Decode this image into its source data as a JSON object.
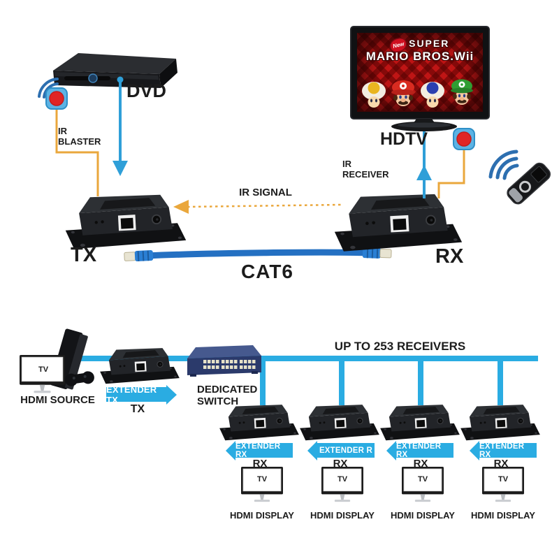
{
  "colors": {
    "accent_blue": "#2aace2",
    "cable_blue": "#2470c2",
    "arrow_blue": "#2f9fd8",
    "signal_orange": "#eaa73c",
    "ir_red": "#e02525",
    "wave_blue": "#2d6fb0",
    "switch_navy": "#2b3a6b",
    "device_dark": "#222428"
  },
  "icons": {
    "ir_blaster_eye": "red-dot-in-blue-square",
    "ir_receiver_eye": "red-dot-in-blue-square",
    "ir_waves": "signal-arcs",
    "remote_control": "handheld-remote"
  },
  "top": {
    "dvd_label": "DVD",
    "ir_blaster": {
      "line1": "IR",
      "line2": "BLASTER"
    },
    "tx_label": "TX",
    "ir_signal_label": "IR SIGNAL",
    "cat6_label": "CAT6",
    "rx_label": "RX",
    "hdtv_label": "HDTV",
    "ir_receiver": {
      "line1": "IR",
      "line2": "RECEIVER"
    },
    "tv_screen": {
      "badge": "New",
      "title_line1": "SUPER",
      "title_line2": "MARIO BROS.Wii"
    }
  },
  "bottom": {
    "heading": "UP TO 253 RECEIVERS",
    "hdmi_source_label": "HDMI SOURCE",
    "source_tv_label": "TV",
    "extender_tx_arrow": "EXTENDER TX",
    "tx_label": "TX",
    "dedicated_switch": {
      "line1": "DEDICATED",
      "line2": "SWITCH"
    },
    "receivers": [
      {
        "arrow_label": "EXTENDER RX",
        "rx_label": "RX",
        "tv_label": "TV",
        "display_label": "HDMI DISPLAY"
      },
      {
        "arrow_label": "EXTENDER R",
        "rx_label": "RX",
        "tv_label": "TV",
        "display_label": "HDMI DISPLAY"
      },
      {
        "arrow_label": "EXTENDER RX",
        "rx_label": "RX",
        "tv_label": "TV",
        "display_label": "HDMI DISPLAY"
      },
      {
        "arrow_label": "EXTENDER RX",
        "rx_label": "RX",
        "tv_label": "TV",
        "display_label": "HDMI DISPLAY"
      }
    ]
  }
}
